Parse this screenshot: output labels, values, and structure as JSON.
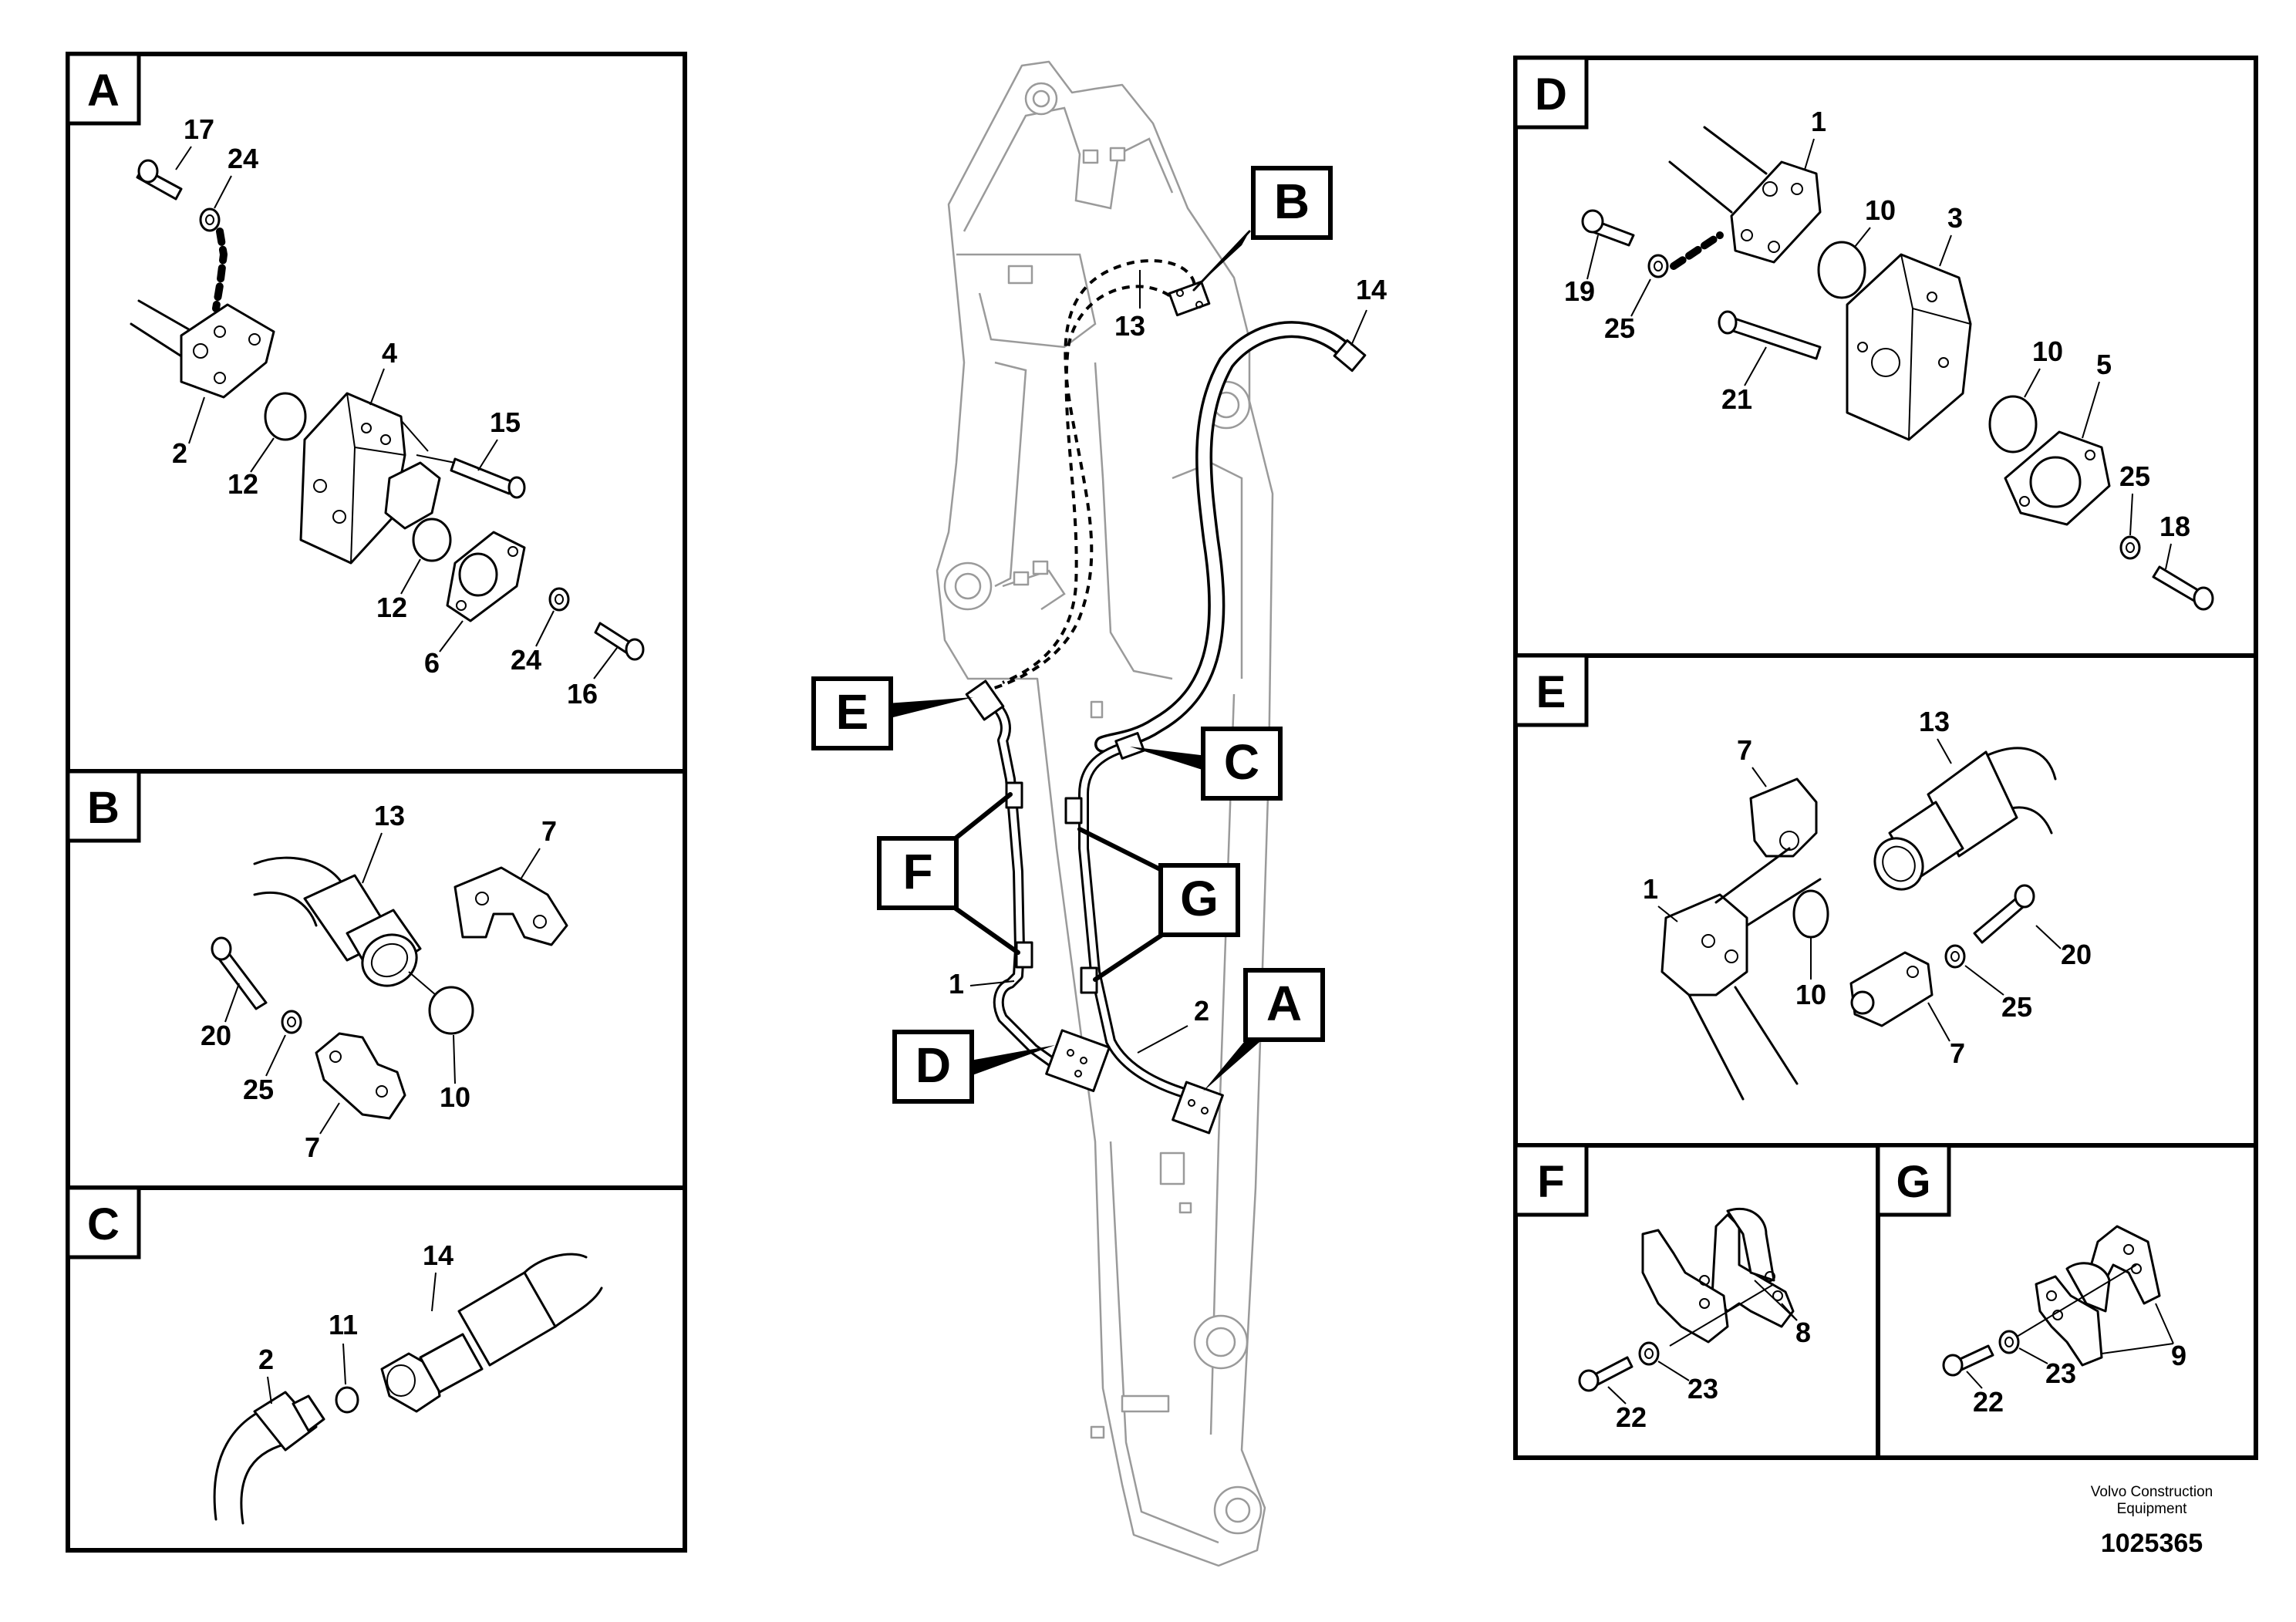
{
  "panels": {
    "A": {
      "letter": "A",
      "labels": [
        "17",
        "24",
        "4",
        "2",
        "12",
        "15",
        "12",
        "6",
        "24",
        "16"
      ]
    },
    "B": {
      "letter": "B",
      "labels": [
        "13",
        "7",
        "20",
        "25",
        "10",
        "7"
      ]
    },
    "C": {
      "letter": "C",
      "labels": [
        "14",
        "11",
        "2"
      ]
    },
    "D": {
      "letter": "D",
      "labels": [
        "1",
        "10",
        "3",
        "19",
        "25",
        "21",
        "10",
        "5",
        "25",
        "18"
      ]
    },
    "E": {
      "letter": "E",
      "labels": [
        "7",
        "13",
        "1",
        "10",
        "20",
        "25",
        "7"
      ]
    },
    "F": {
      "letter": "F",
      "labels": [
        "8",
        "22",
        "23"
      ]
    },
    "G": {
      "letter": "G",
      "labels": [
        "9",
        "22",
        "23"
      ]
    }
  },
  "main": {
    "callouts": [
      "B",
      "E",
      "C",
      "F",
      "G",
      "A",
      "D"
    ],
    "labels": [
      "13",
      "14",
      "1",
      "2"
    ]
  },
  "footer": {
    "brand_line1": "Volvo Construction",
    "brand_line2": "Equipment",
    "doc_number": "1025365"
  },
  "colors": {
    "line": "#000000",
    "boom_outline": "#9a9a9a",
    "background": "#ffffff"
  }
}
